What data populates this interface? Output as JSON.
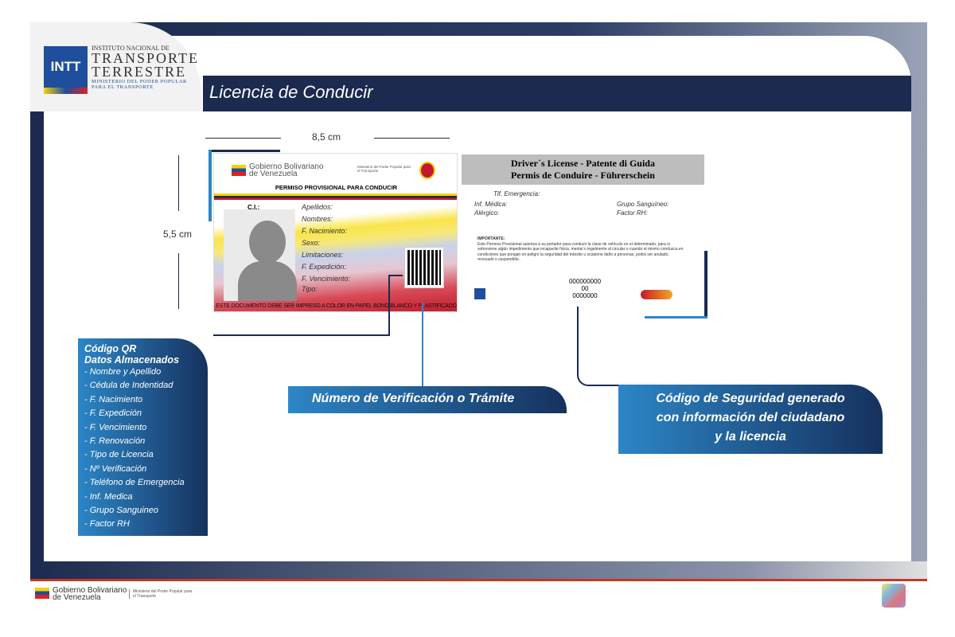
{
  "header": {
    "logo_abbr": "INTT",
    "institute_small": "INSTITUTO NACIONAL DE",
    "institute_line1": "TRANSPORTE",
    "institute_line2": "TERRESTRE",
    "ministry_line1": "MINISTERIO DEL PODER POPULAR",
    "ministry_line2": "PARA EL TRANSPORTE",
    "title": "Licencia de Conducir"
  },
  "dimensions": {
    "width": "8,5 cm",
    "height": "5,5 cm"
  },
  "card_front": {
    "gov_line1": "Gobierno Bolivariano",
    "gov_line2": "de Venezuela",
    "ministry": "Ministerio del Poder Popular para el Transporte",
    "title": "PERMISO PROVISIONAL PARA CONDUCIR",
    "ci_label": "C.I.:",
    "fields": [
      "Apellidos:",
      "Nombres:",
      "F. Nacimiento:",
      "Sexo:",
      "Limitaciones:",
      "F. Expedición:",
      "F. Vencimiento:",
      "Tipo:"
    ],
    "footer": "ESTE DOCUMENTO DEBE SER IMPRESO A COLOR EN PAPEL BOND BLANCO Y PLASTIFICADO"
  },
  "card_back": {
    "title_line1": "Driver´s License - Patente di Guida",
    "title_line2": "Permis de Conduire - Führerschein",
    "emergency": "Tlf. Emergencia:",
    "medical": "Inf. Médica:",
    "allergic": "Alérgico:",
    "blood": "Grupo Sanguíneo:",
    "rh": "Factor RH:",
    "important_label": "IMPORTANTE:",
    "important_text": "Este Permiso Provisional autoriza a su portador para conducir la clase de vehículo en el determinado, para si sobreviene algún impedimento que incapacite física, mental o legalmente al circular o cuando el mismo conduzca en condiciones que pongan en peligro la seguridad del tránsito u ocasione daño a personas, podrá ser anulado, revocado o suspendido.",
    "code_line1": "000000000",
    "code_line2": "00",
    "code_line3": "0000000"
  },
  "qr_box": {
    "title1": "Código QR",
    "title2": "Datos Almacenados",
    "items": [
      "- Nombre y Apellido",
      "- Cédula de Indentidad",
      "- F. Nacimiento",
      "- F. Expedición",
      "- F. Vencimiento",
      "- F. Renovación",
      "- Tipo de Licencia",
      "- Nº Verificación",
      "- Teléfono de Emergencia",
      "- Inf. Medica",
      "- Grupo Sanguineo",
      "- Factor RH"
    ]
  },
  "callouts": {
    "verification": "Número de Verificación o  Trámite",
    "security_line1": "Código de Seguridad generado",
    "security_line2": "con información del ciudadano",
    "security_line3": "y la licencia"
  },
  "footer": {
    "gov_line1": "Gobierno Bolivariano",
    "gov_line2": "de Venezuela",
    "ministry": "Ministerio del Poder Popular para el Transporte"
  },
  "colors": {
    "navy": "#1b2a4e",
    "blue": "#2c86c6",
    "red": "#c0392b"
  }
}
